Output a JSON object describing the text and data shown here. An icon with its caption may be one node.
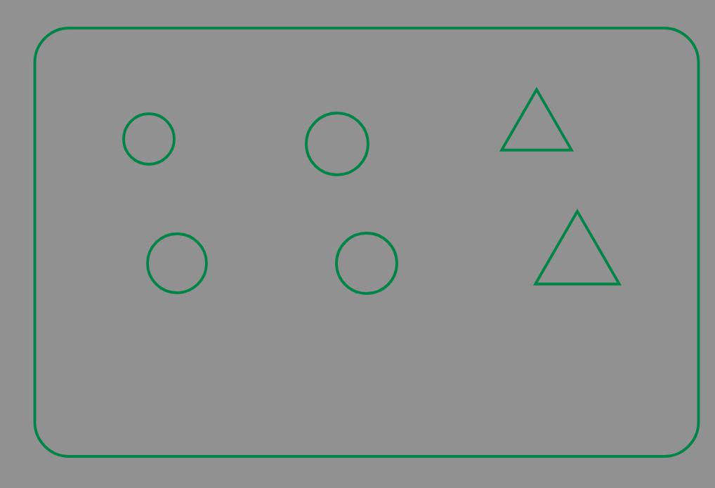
{
  "diagram": {
    "nodes": [
      {
        "text": [],
        "shape": "box"
      },
      {
        "text": [],
        "shape": "circle",
        "in": 0
      },
      {
        "text": [],
        "shape": "circle",
        "in": 0
      },
      {
        "text": [],
        "shape": "triangle",
        "in": 0
      },
      {
        "text": [],
        "shape": "circle",
        "in": 0
      },
      {
        "text": [],
        "shape": "circle",
        "in": 0
      },
      {
        "text": [],
        "shape": "triangle",
        "in": 0
      }
    ]
  }
}
